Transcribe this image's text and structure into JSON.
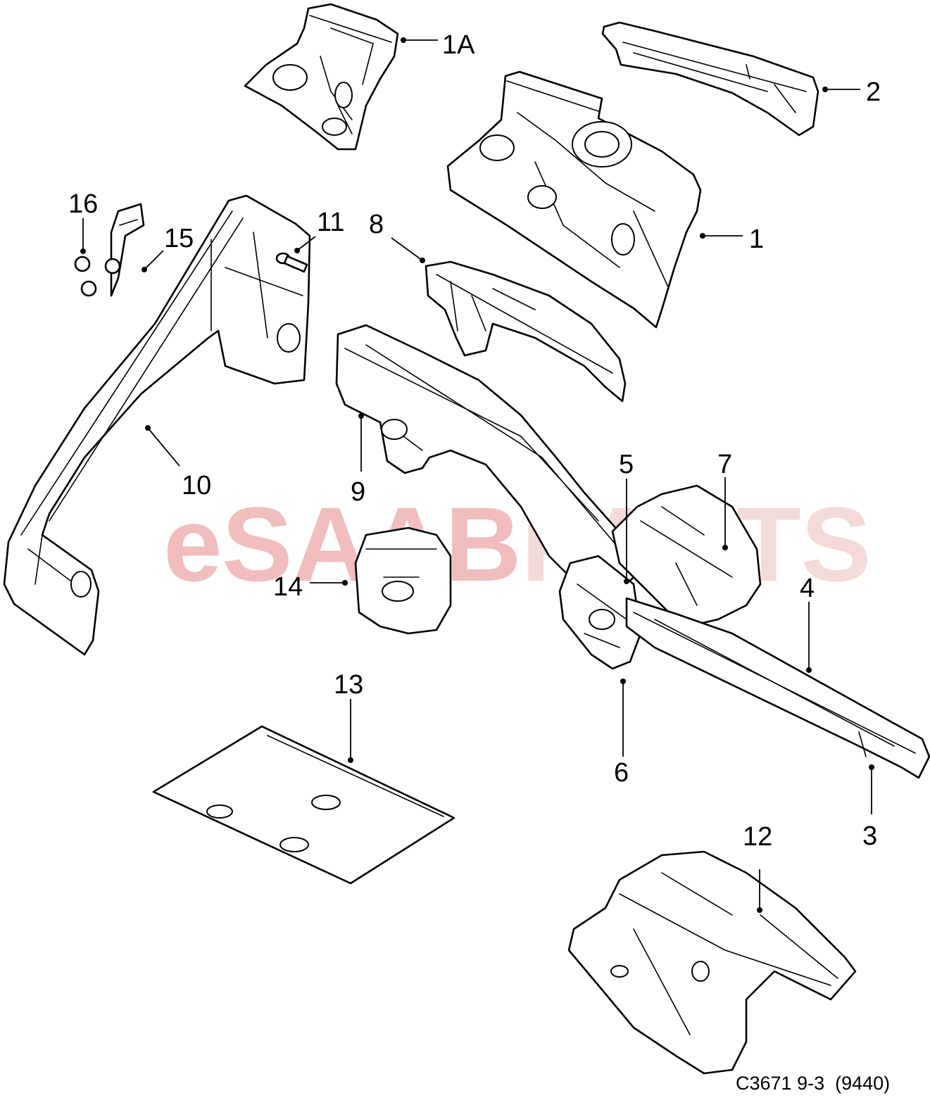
{
  "watermark": {
    "part1": "eSAAB",
    "part2": "PARTS",
    "color1": "#e06464",
    "color2": "#e8a8a8"
  },
  "callouts": {
    "c1A": "1A",
    "c1": "1",
    "c2": "2",
    "c3": "3",
    "c4": "4",
    "c5": "5",
    "c6": "6",
    "c7": "7",
    "c8": "8",
    "c9": "9",
    "c10": "10",
    "c11": "11",
    "c12": "12",
    "c13": "13",
    "c14": "14",
    "c15": "15",
    "c16": "16"
  },
  "diagram_ref": "C3671 9-3  (9440)"
}
